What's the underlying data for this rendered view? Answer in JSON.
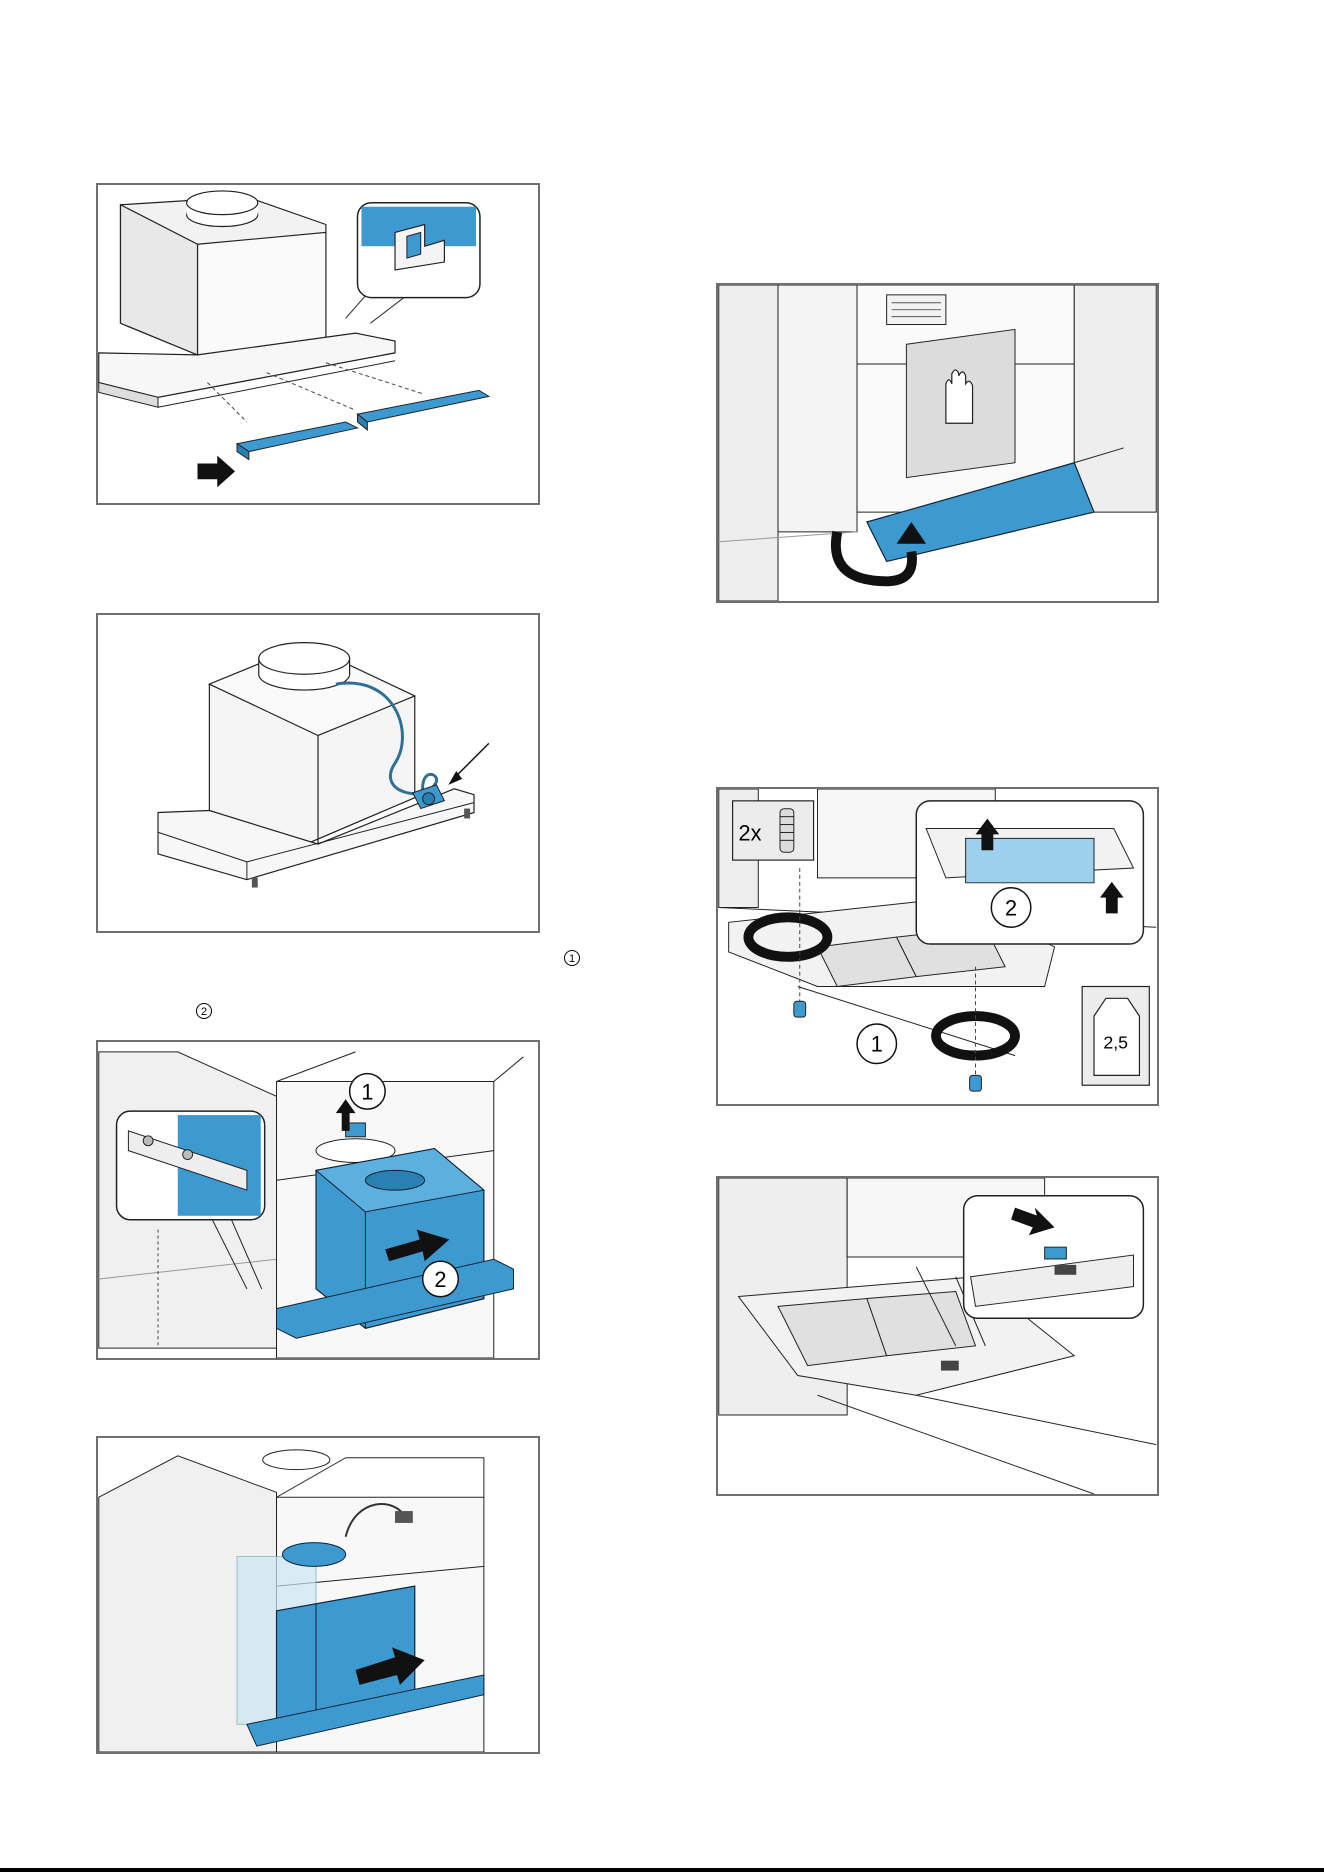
{
  "step_refs": {
    "ref1": "1",
    "ref2": "2"
  },
  "figures": {
    "fig1": {},
    "fig2": {},
    "fig3": {
      "callout1": "1",
      "callout2": "2"
    },
    "fig4": {},
    "fig5": {},
    "fig6": {
      "qty_label": "2x",
      "callout1": "1",
      "callout2": "2",
      "tool_size": "2,5"
    },
    "fig7": {}
  },
  "colors": {
    "accent_blue": "#3d9ad1",
    "light_blue": "#b9ddf0",
    "frame_gray": "#6f6f6f",
    "wall_gray": "#eeeeee",
    "line_dark": "#222222"
  },
  "icons": [
    "push-arrow-icon",
    "rotate-arrow-icon",
    "lift-arrow-icon",
    "hand-icon",
    "screw-icon",
    "hex-key-icon"
  ]
}
